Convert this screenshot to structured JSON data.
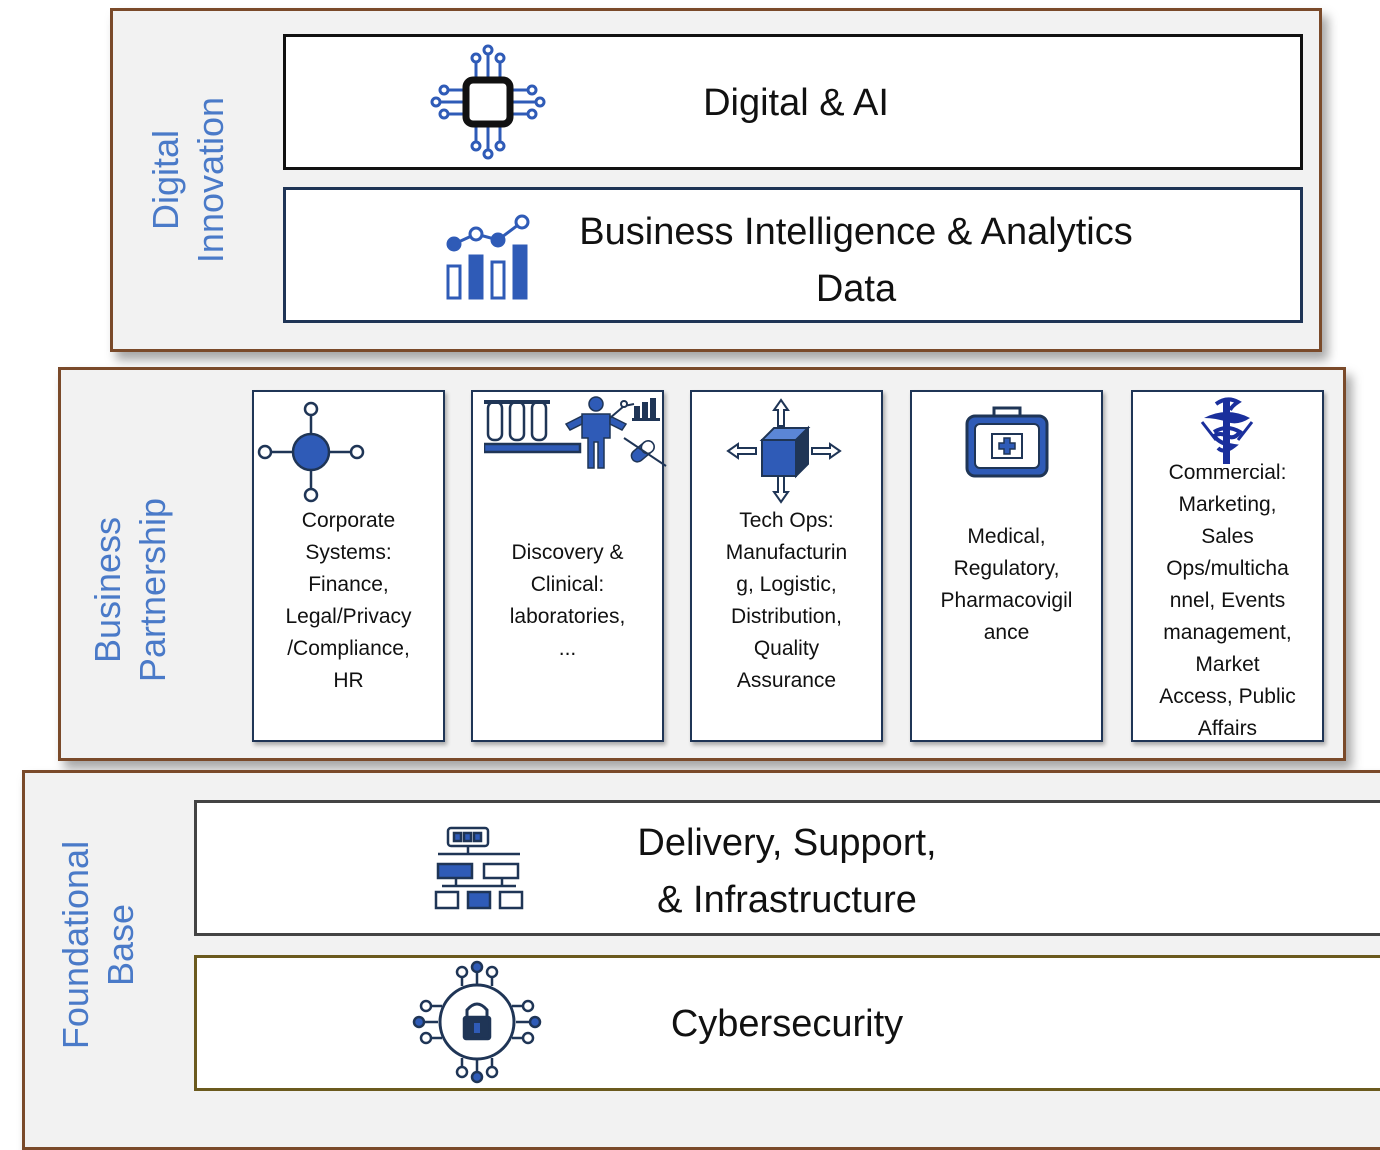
{
  "layers": {
    "digital_innovation": {
      "label": "Digital\nInnovation",
      "panels": [
        {
          "text": "Digital & AI",
          "icon": "circuit-chip-icon"
        },
        {
          "text": "Business Intelligence & Analytics\nData",
          "icon": "bar-chart-trend-icon"
        }
      ]
    },
    "business_partnership": {
      "label": "Business\nPartnership",
      "cards": [
        {
          "text": "Corporate\nSystems:\nFinance,\nLegal/Privacy\n/Compliance,\nHR",
          "icon": "network-node-icon"
        },
        {
          "text": "Discovery &\nClinical:\nlaboratories,\n...",
          "icon": "lab-scientist-icon"
        },
        {
          "text": "Tech Ops:\nManufacturin\ng, Logistic,\nDistribution,\nQuality\nAssurance",
          "icon": "box-arrows-icon"
        },
        {
          "text": "Medical,\nRegulatory,\nPharmacovigil\nance",
          "icon": "medical-kit-icon"
        },
        {
          "text": "Commercial:\nMarketing,\nSales\nOps/multicha\nnnel, Events\nmanagement,\nMarket\nAccess, Public\nAffairs",
          "icon": "caduceus-icon"
        }
      ]
    },
    "foundational_base": {
      "label": "Foundational\nBase",
      "panels": [
        {
          "text": "Delivery, Support,\n& Infrastructure",
          "icon": "server-hierarchy-icon"
        },
        {
          "text": "Cybersecurity",
          "icon": "lock-circuit-icon"
        }
      ]
    }
  },
  "colors": {
    "layer_border": "#7a4a2a",
    "label": "#4a7ac8",
    "icon_blue": "#2f5bb7",
    "dark_navy": "#1f3556"
  }
}
